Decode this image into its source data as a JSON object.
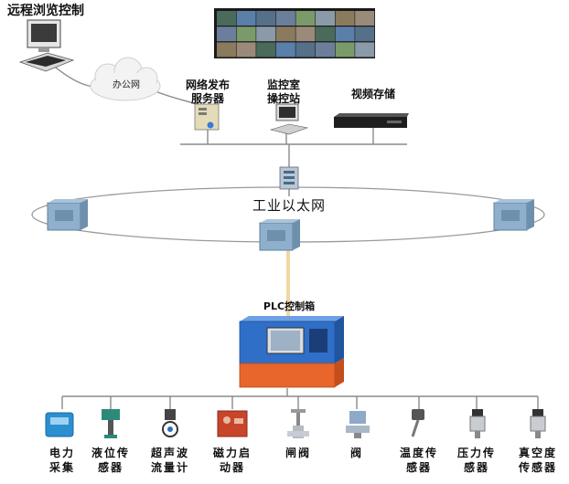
{
  "labels": {
    "remote": "远程浏览控制",
    "office_net": "办公网",
    "publish_server": [
      "网络发布",
      "服务器"
    ],
    "monitor_station": [
      "监控室",
      "操控站"
    ],
    "video_storage": "视频存储",
    "ethernet": "工业以太网",
    "plc": "PLC控制箱"
  },
  "devices": [
    {
      "lines": [
        "电力",
        "采集"
      ]
    },
    {
      "lines": [
        "液位传",
        "感器"
      ]
    },
    {
      "lines": [
        "超声波",
        "流量计"
      ]
    },
    {
      "lines": [
        "磁力启",
        "动器"
      ]
    },
    {
      "lines": [
        "闸阀",
        ""
      ]
    },
    {
      "lines": [
        "阀",
        ""
      ]
    },
    {
      "lines": [
        "温度传",
        "感器"
      ]
    },
    {
      "lines": [
        "压力传",
        "感器"
      ]
    },
    {
      "lines": [
        "真空度",
        "传感器"
      ]
    }
  ],
  "colors": {
    "line": "#8a8a8a",
    "plc_blue": "#2f6fc8",
    "plc_orange": "#e8662c",
    "node_blue": "#8fb0cc",
    "sensor_green": "#2d8a7a",
    "starter_red": "#c8452a"
  },
  "icons": {
    "remote": "desktop-computer-icon",
    "cloud": "cloud-icon",
    "wall": "video-wall-icon",
    "server": "server-icon",
    "station": "workstation-icon",
    "nvr": "video-recorder-icon",
    "switch": "network-switch-icon",
    "node": "ring-node-icon",
    "plc": "plc-cabinet-icon"
  }
}
